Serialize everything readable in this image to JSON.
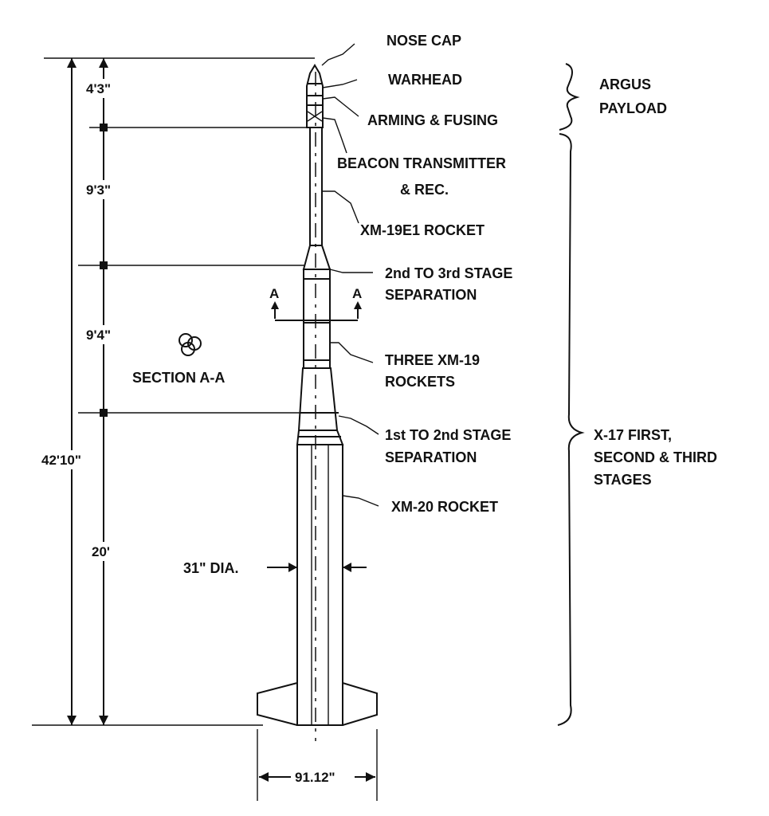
{
  "labels": {
    "nose_cap": "NOSE CAP",
    "warhead": "WARHEAD",
    "arming_fusing": "ARMING & FUSING",
    "beacon_line1": "BEACON TRANSMITTER",
    "beacon_line2": "& REC.",
    "xm19e1": "XM-19E1 ROCKET",
    "sep23_line1": "2nd TO 3rd STAGE",
    "sep23_line2": "SEPARATION",
    "three_xm19_line1": "THREE XM-19",
    "three_xm19_line2": "ROCKETS",
    "sep12_line1": "1st TO 2nd STAGE",
    "sep12_line2": "SEPARATION",
    "xm20": "XM-20 ROCKET",
    "diameter": "31\" DIA.",
    "section": "SECTION A-A",
    "section_mark_left": "A",
    "section_mark_right": "A"
  },
  "groups": {
    "payload_line1": "ARGUS",
    "payload_line2": "PAYLOAD",
    "stages_line1": "X-17 FIRST,",
    "stages_line2": "SECOND & THIRD",
    "stages_line3": "STAGES"
  },
  "dimensions": {
    "overall": "42'10\"",
    "seg1": "4'3\"",
    "seg2": "9'3\"",
    "seg3": "9'4\"",
    "seg4": "20'",
    "fin_span": "91.12\""
  }
}
